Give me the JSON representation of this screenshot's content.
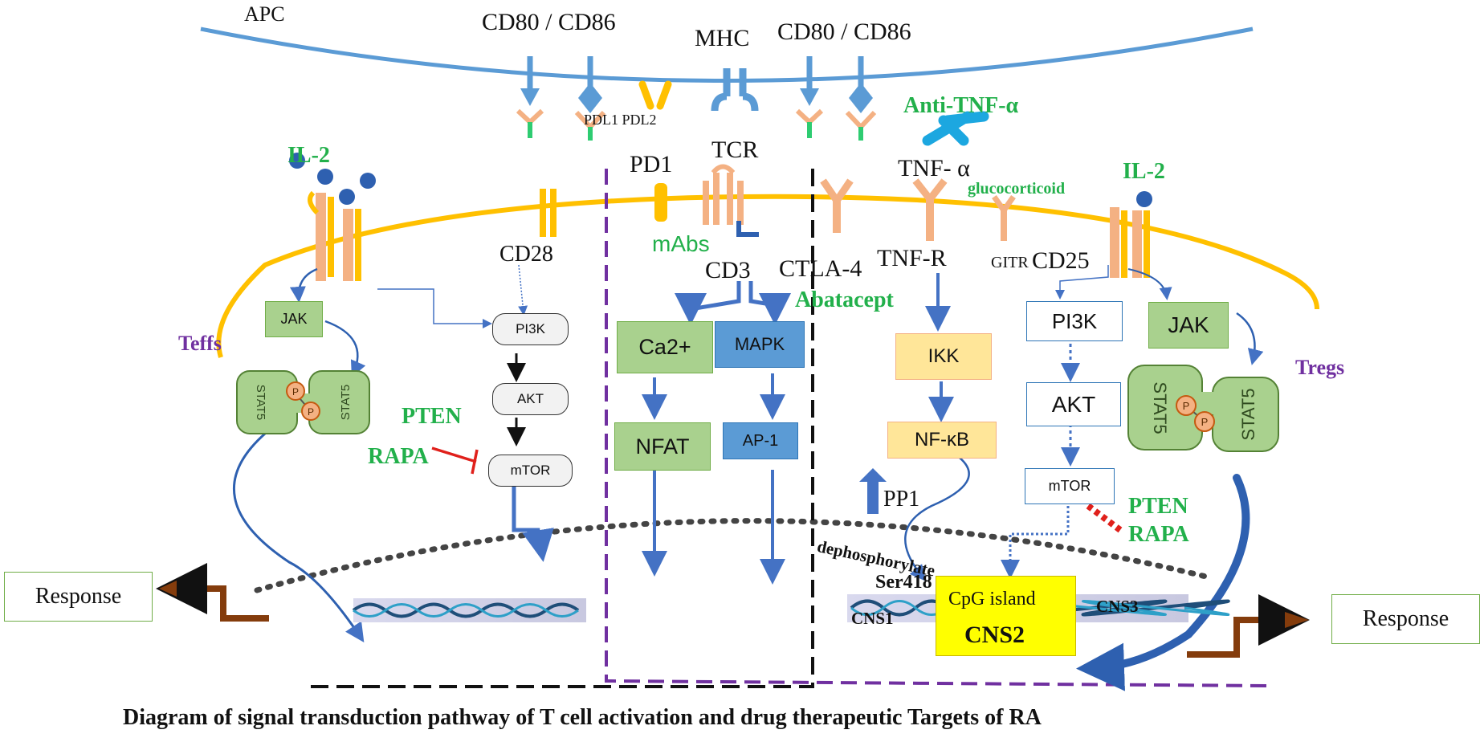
{
  "labels": {
    "apc": "APC",
    "cd80_cd86_left": "CD80 / CD86",
    "mhc": "MHC",
    "cd80_cd86_right": "CD80 / CD86",
    "pdl1_pdl2": "PDL1 PDL2",
    "anti_tnf": "Anti-TNF-α",
    "il2_left": "IL-2",
    "pd1": "PD1",
    "tcr": "TCR",
    "tnf_alpha": "TNF- α",
    "glucocorticoid": "glucocorticoid",
    "il2_right": "IL-2",
    "cd28": "CD28",
    "mabs": "mAbs",
    "cd3": "CD3",
    "ctla4": "CTLA-4",
    "tnfr": "TNF-R",
    "gitr": "GITR",
    "cd25": "CD25",
    "abatacept": "Abatacept",
    "teffs": "Teffs",
    "tregs": "Tregs",
    "pten_left": "PTEN",
    "rapa_left": "RAPA",
    "pten_right": "PTEN",
    "rapa_right": "RAPA",
    "pp1": "PP1",
    "dephosphorylate": "dephosphorylate",
    "ser418": "Ser418",
    "cpg_island": "CpG island",
    "cns1": "CNS1",
    "cns2": "CNS2",
    "cns3": "CNS3",
    "caption": "Diagram of signal transduction pathway of T cell activation and drug therapeutic Targets of RA"
  },
  "boxes": {
    "jak_left": "JAK",
    "pi3k_left": "PI3K",
    "akt_left": "AKT",
    "mtor_left": "mTOR",
    "ca2": "Ca2+",
    "mapk": "MAPK",
    "nfat": "NFAT",
    "ap1": "AP-1",
    "ikk": "IKK",
    "nfkb": "NF-κB",
    "pi3k_right": "PI3K",
    "akt_right": "AKT",
    "mtor_right": "mTOR",
    "jak_right": "JAK",
    "stat5": "STAT5",
    "p": "P"
  },
  "response_left": "Response",
  "response_right": "Response",
  "colors": {
    "apc_membrane": "#5b9bd5",
    "tcell_membrane": "#ffc000",
    "drug_green": "#22b04b",
    "cell_purple": "#7030a0",
    "inhibitor_red": "#e0201b",
    "arrow_blue": "#4472c4",
    "response_arrow": "#843c0c",
    "cns2_yellow": "#ffff00"
  }
}
